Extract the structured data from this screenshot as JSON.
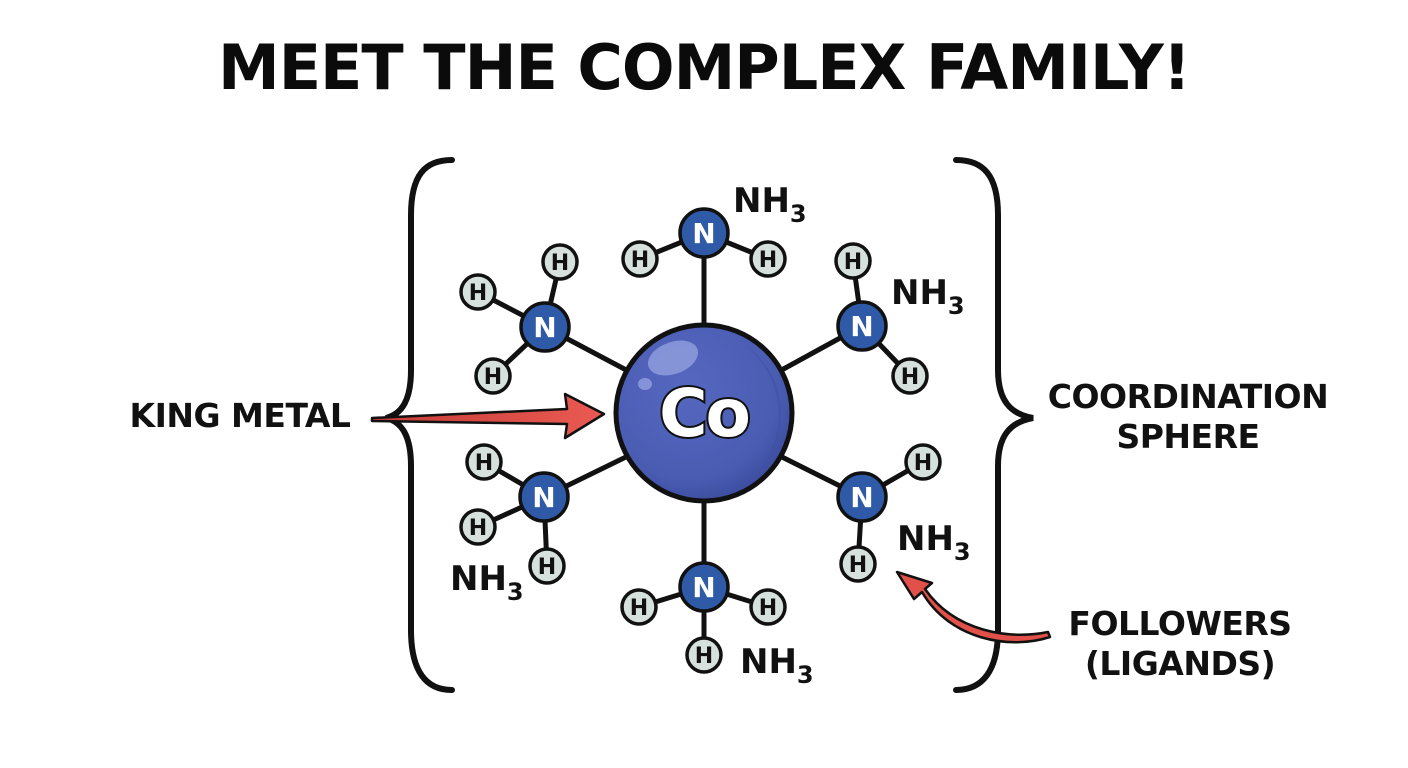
{
  "title": "MEET THE COMPLEX FAMILY!",
  "central_atom": {
    "symbol": "Co",
    "color": "#4a5db3",
    "highlight": "#8a9ad8",
    "shade": "#3b4da0"
  },
  "ligand_atoms": {
    "nitrogen": {
      "symbol": "N",
      "color": "#2f5aa8"
    },
    "hydrogen": {
      "symbol": "H",
      "color": "#d6e0dd"
    }
  },
  "ligands": [
    {
      "name": "top",
      "formula_main": "NH",
      "formula_sub": "3",
      "show_label": true
    },
    {
      "name": "upper-left",
      "formula_main": "NH",
      "formula_sub": "3",
      "show_label": false
    },
    {
      "name": "upper-right",
      "formula_main": "NH",
      "formula_sub": "3",
      "show_label": true
    },
    {
      "name": "lower-left",
      "formula_main": "NH",
      "formula_sub": "3",
      "show_label": true
    },
    {
      "name": "lower-right",
      "formula_main": "NH",
      "formula_sub": "3",
      "show_label": true
    },
    {
      "name": "bottom",
      "formula_main": "NH",
      "formula_sub": "3",
      "show_label": true
    }
  ],
  "labels": {
    "king_metal": "KING METAL",
    "coordination_sphere_line1": "COORDINATION",
    "coordination_sphere_line2": "SPHERE",
    "followers_line1": "FOLLOWERS",
    "followers_line2": "(LIGANDS)"
  },
  "colors": {
    "arrow": "#e2504a",
    "outline": "#111111"
  }
}
